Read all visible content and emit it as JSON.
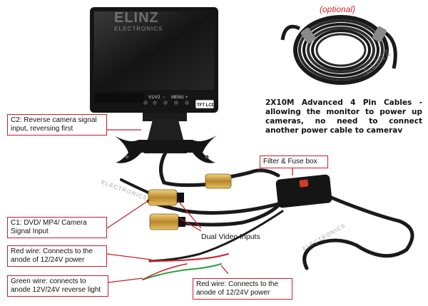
{
  "brand": {
    "logo_text": "ELINZ",
    "logo_sub": "ELECTRONICS"
  },
  "monitor": {
    "buttons_label": "V1/V2",
    "menu_label": "MENU",
    "minus_label": "−",
    "plus_label": "+",
    "badge": "TFT LCD"
  },
  "cable_kit": {
    "optional_label": "(optional)",
    "description": "2X10M Advanced 4 Pin Cables - allowing the monitor to power up cameras, no need to connect another power cable to camerav"
  },
  "labels": {
    "c2": "C2: Reverse camera signal\ninput, reversing first",
    "filter_fuse": "Filter & Fuse box",
    "c1": "C1: DVD/ MP4/ Camera\nSignal Input",
    "dual_video": "Dual Video Inputs",
    "red_wire_left": "Red wire: Connects to the\nanode of 12/24V power",
    "green_wire": "Green wire: connects to\nanode 12V/24V reverse light",
    "red_wire_right": "Red wire: Connects to the\nanode of 12/24V power"
  },
  "colors": {
    "callout_red": "#c8202a",
    "cable_black": "#1a1a1a",
    "connector_gold": "#c89a3a",
    "wire_red": "#d0202a",
    "wire_green": "#2aa040"
  }
}
